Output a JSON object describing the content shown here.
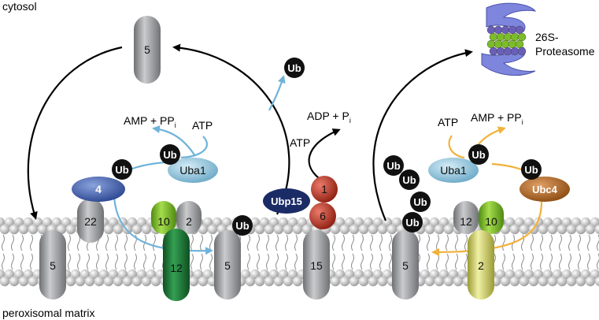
{
  "compartments": {
    "top": "cytosol",
    "bottom": "peroxisomal matrix"
  },
  "proteasome": {
    "line1": "26S-",
    "line2": "Proteasome"
  },
  "ubiquitin": "Ub",
  "left_cycle": {
    "amp_pp": "AMP + PP",
    "pp_sub": "i",
    "atp": "ATP",
    "uba1": "Uba1",
    "pex4": "4",
    "pex22": "22",
    "pex10": "10",
    "pex2": "2",
    "pex12": "12",
    "pex5_membrane": "5",
    "pex5_translocating": "5",
    "pex5_cytosol": "5"
  },
  "center": {
    "adp_p": "ADP + P",
    "p_sub": "i",
    "atp": "ATP",
    "ubp15": "Ubp15",
    "pex1": "1",
    "pex6": "6",
    "pex15": "15"
  },
  "right_cycle": {
    "atp": "ATP",
    "amp_pp": "AMP + PP",
    "pp_sub": "i",
    "uba1": "Uba1",
    "ubc4": "Ubc4",
    "pex12": "12",
    "pex10": "10",
    "pex2": "2",
    "pex5": "5"
  },
  "colors": {
    "black_arrow": "#000000",
    "blue_arrow": "#6fb3d9",
    "orange_arrow": "#f2b13a",
    "pex_grey": "#9a9c9f",
    "pex4": "#3e5ea8",
    "uba1": "#8fc4dc",
    "ubp15": "#1a2b66",
    "pex1_6": "#c0392b",
    "pex10": "#7cbb2a",
    "pex12_green": "#1f7a3a",
    "pex2_yellow": "#d8d86a",
    "ubc4": "#b5651d"
  }
}
